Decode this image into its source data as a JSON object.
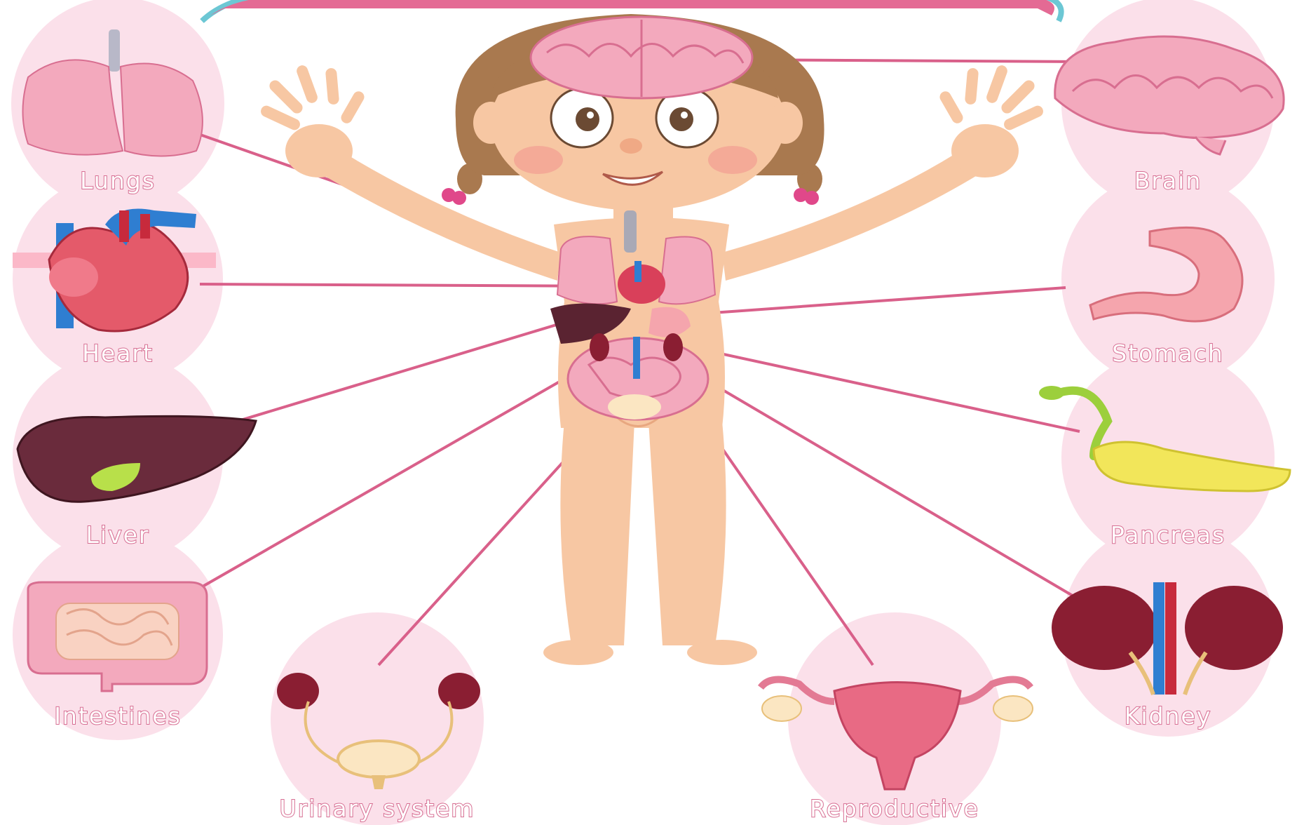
{
  "colors": {
    "connector": "#d9608a",
    "circle_bg": "#fbe0ea",
    "label_outline": "#d76f93",
    "skin": "#f7c7a3",
    "hair": "#a9794f",
    "banner": "#e46a94"
  },
  "labels": {
    "lungs": "Lungs",
    "heart": "Heart",
    "liver": "Liver",
    "intestines": "Intestines",
    "urinary": "Urinary system",
    "reproductive": "Reproductive",
    "kidney": "Kidney",
    "pancreas": "Pancreas",
    "stomach": "Stomach",
    "brain": "Brain"
  }
}
